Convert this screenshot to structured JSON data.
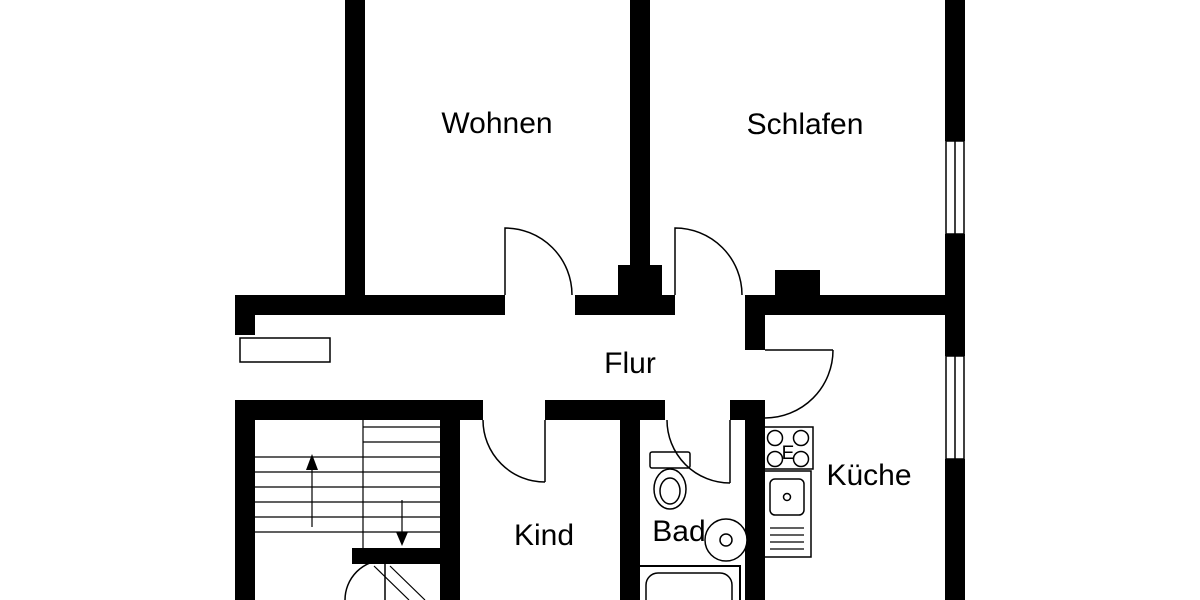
{
  "plan": {
    "rooms": {
      "wohnen": "Wohnen",
      "schlafen": "Schlafen",
      "flur": "Flur",
      "kind": "Kind",
      "bad": "Bad",
      "kueche": "Küche"
    },
    "labels": {
      "stove_electric": "E"
    }
  },
  "colors": {
    "wall": "#000000",
    "background": "#ffffff",
    "line": "#000000"
  },
  "fixtures": [
    "staircase",
    "stair-direction-arrows",
    "entrance-door-leaf",
    "room-door-swings",
    "windows",
    "toilet",
    "washbasin",
    "bathtub",
    "electric-stove",
    "kitchen-sink-unit"
  ]
}
